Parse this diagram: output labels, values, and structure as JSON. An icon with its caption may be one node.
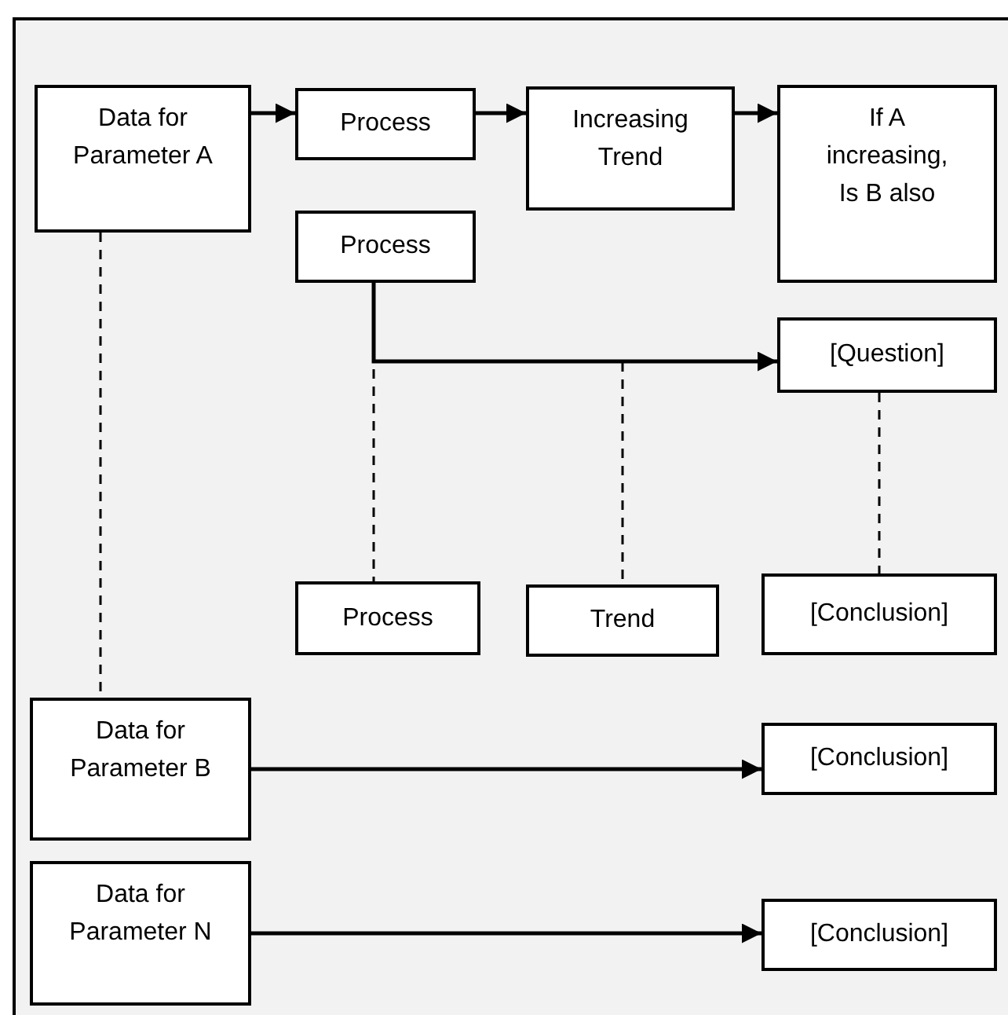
{
  "diagram": {
    "nodes": [
      {
        "text": [
          "Data for Parameter A"
        ]
      },
      {
        "text": [
          "Process"
        ]
      },
      {
        "text": [
          "Increasing Trend"
        ]
      },
      {
        "text": [
          "If A increasing, Is B also"
        ]
      },
      {
        "text": [
          "Process"
        ]
      },
      {
        "text": [
          "[Question]"
        ]
      },
      {
        "text": [
          "Process"
        ]
      },
      {
        "text": [
          "Trend"
        ]
      },
      {
        "text": [
          "[Conclusion]"
        ]
      },
      {
        "text": [
          "Data for Parameter B"
        ]
      },
      {
        "text": [
          "[Conclusion]"
        ]
      },
      {
        "text": [
          "Data for Parameter N"
        ]
      },
      {
        "text": [
          "[Conclusion]"
        ]
      }
    ],
    "edges": [
      {
        "from": 0,
        "to": 1,
        "arrow": "to"
      },
      {
        "from": 1,
        "to": 2,
        "arrow": "to"
      },
      {
        "from": 2,
        "to": 3,
        "arrow": "to"
      },
      {
        "from": 4,
        "to": 5,
        "arrow": "to"
      },
      {
        "from": 4,
        "to": 6,
        "arrow": "none",
        "style": "dashed"
      },
      {
        "from": 4,
        "to": 7,
        "arrow": "none",
        "style": "dashed"
      },
      {
        "from": 5,
        "to": 8,
        "arrow": "none",
        "style": "dashed"
      },
      {
        "from": 0,
        "to": 9,
        "arrow": "none",
        "style": "dashed"
      },
      {
        "from": 9,
        "to": 10,
        "arrow": "to"
      },
      {
        "from": 11,
        "to": 12,
        "arrow": "to"
      }
    ]
  }
}
